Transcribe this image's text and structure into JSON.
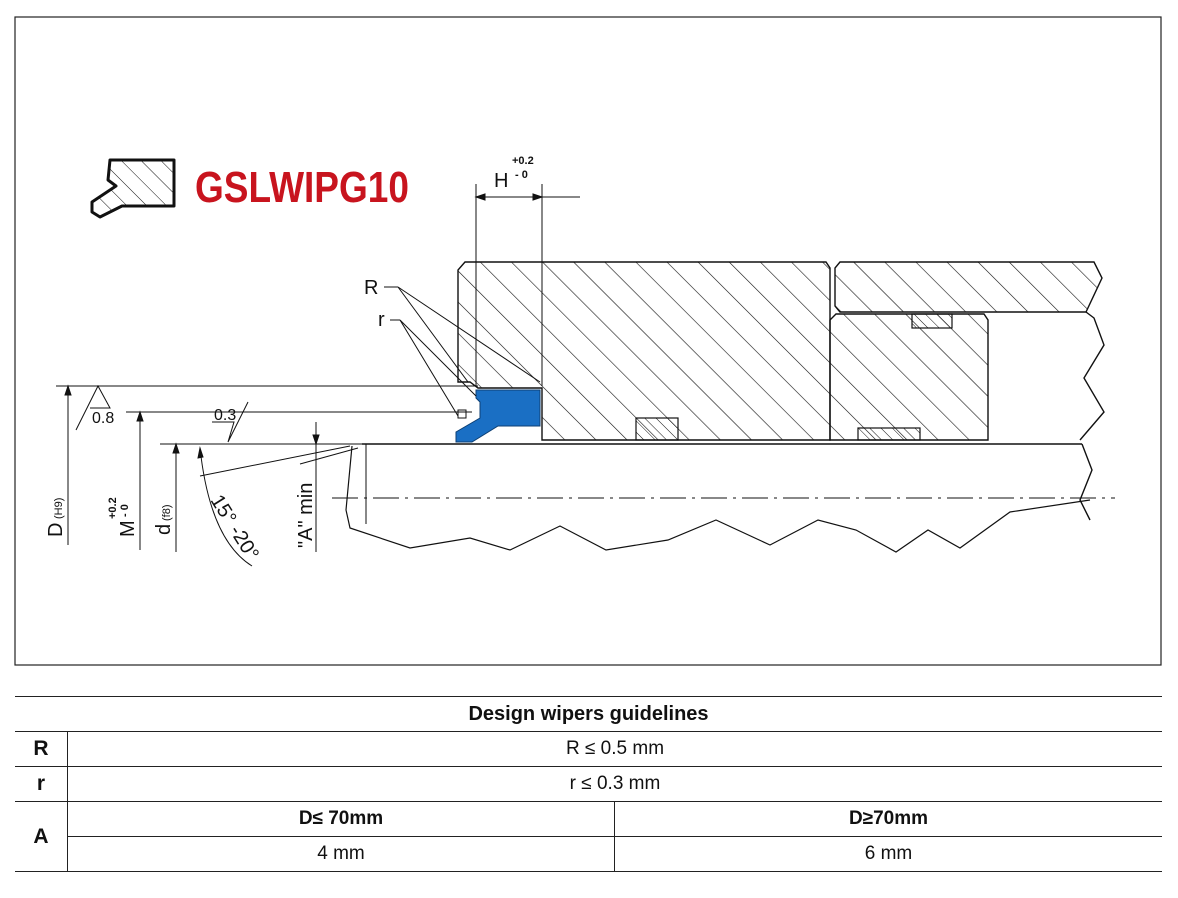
{
  "drawing": {
    "product_code": "GSLWIPG10",
    "brand_color": "#c8141e",
    "seal_color": "#1a6fc4",
    "labels": {
      "H": "H",
      "H_tol_upper": "+0.2",
      "H_tol_lower": "- 0",
      "R": "R",
      "r": "r",
      "roughness_1": "0.8",
      "roughness_2": "0.3",
      "D": "D",
      "D_fit": "(H9)",
      "M": "M",
      "M_tol_upper": "+0.2",
      "M_tol_lower": "- 0",
      "d": "d",
      "d_fit": "(f8)",
      "angle": "15° -20°",
      "A_min": "\"A\" min"
    }
  },
  "table": {
    "title": "Design wipers guidelines",
    "rows": [
      {
        "label": "R",
        "value": "R ≤ 0.5 mm"
      },
      {
        "label": "r",
        "value": "r  ≤ 0.3 mm"
      }
    ],
    "A_row": {
      "label": "A",
      "col1_header": "D≤ 70mm",
      "col2_header": "D≥70mm",
      "col1_value": "4 mm",
      "col2_value": "6 mm"
    }
  }
}
